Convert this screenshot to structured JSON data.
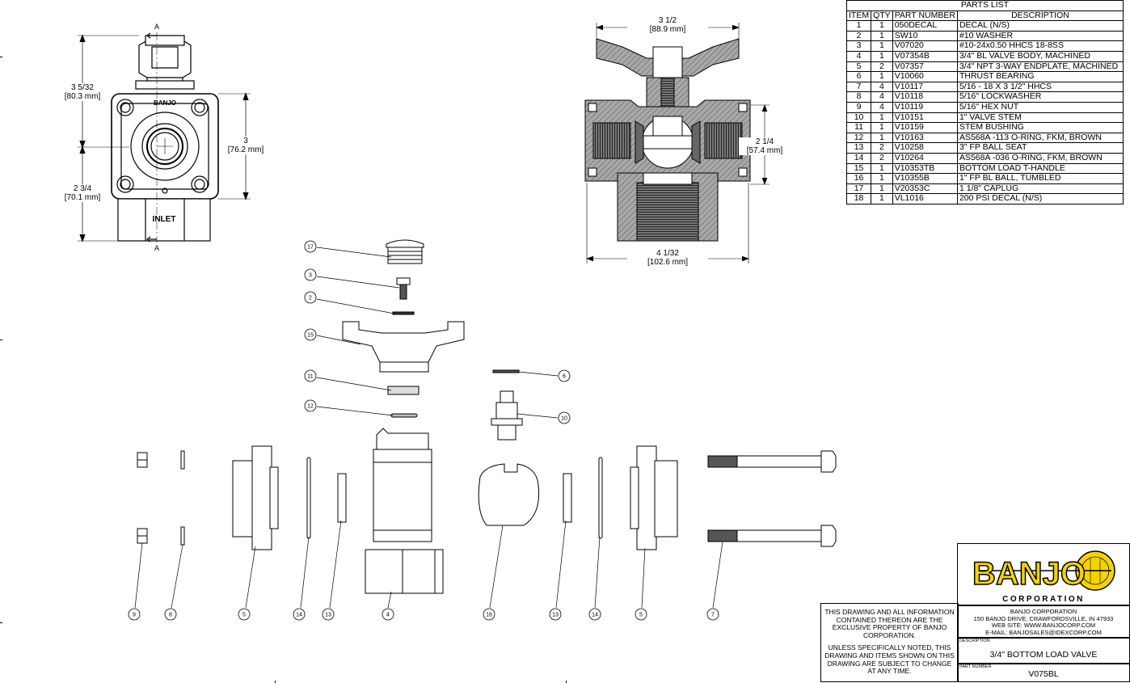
{
  "parts_list": {
    "title": "PARTS LIST",
    "headers": [
      "ITEM",
      "QTY",
      "PART NUMBER",
      "DESCRIPTION"
    ],
    "rows": [
      [
        "1",
        "1",
        "050DECAL",
        "DECAL (N/S)"
      ],
      [
        "2",
        "1",
        "SW10",
        "#10 WASHER"
      ],
      [
        "3",
        "1",
        "V07020",
        "#10-24x0.50 HHCS 18-8SS"
      ],
      [
        "4",
        "1",
        "V07354B",
        "3/4\" BL VALVE BODY, MACHINED"
      ],
      [
        "5",
        "2",
        "V07357",
        "3/4\" NPT 3-WAY ENDPLATE, MACHINED"
      ],
      [
        "6",
        "1",
        "V10060",
        "THRUST BEARING"
      ],
      [
        "7",
        "4",
        "V10117",
        "5/16 - 18 X 3 1/2\" HHCS"
      ],
      [
        "8",
        "4",
        "V10118",
        "5/16\" LOCKWASHER"
      ],
      [
        "9",
        "4",
        "V10119",
        "5/16\" HEX NUT"
      ],
      [
        "10",
        "1",
        "V10151",
        "1\" VALVE STEM"
      ],
      [
        "11",
        "1",
        "V10159",
        "STEM BUSHING"
      ],
      [
        "12",
        "1",
        "V10163",
        "AS568A -113 O-RING, FKM, BROWN"
      ],
      [
        "13",
        "2",
        "V10258",
        "3\" FP BALL SEAT"
      ],
      [
        "14",
        "2",
        "V10264",
        "AS568A -036 O-RING, FKM, BROWN"
      ],
      [
        "15",
        "1",
        "V10353TB",
        "BOTTOM LOAD T-HANDLE"
      ],
      [
        "16",
        "1",
        "V10355B",
        "1\" FP BL BALL, TUMBLED"
      ],
      [
        "17",
        "1",
        "V20353C",
        "1 1/8\" CAPLUG"
      ],
      [
        "18",
        "1",
        "VL1016",
        "200 PSI DECAL (N/S)"
      ]
    ]
  },
  "front_view": {
    "section_mark": "A",
    "brand_on_part": "BANJO",
    "inlet_label": "INLET",
    "dims": {
      "top_height": "3 5/32",
      "top_height_mm": "[80.3 mm]",
      "body_height": "3",
      "body_height_mm": "[76.2 mm]",
      "bottom_height": "2 3/4",
      "bottom_height_mm": "[70.1 mm]"
    }
  },
  "section_view": {
    "dims": {
      "top_width": "3 1/2",
      "top_width_mm": "[88.9 mm]",
      "side_height": "2 1/4",
      "side_height_mm": "[57.4 mm]",
      "bottom_width": "4 1/32",
      "bottom_width_mm": "[102.6 mm]"
    }
  },
  "balloons": [
    "17",
    "3",
    "2",
    "15",
    "11",
    "12",
    "6",
    "10",
    "9",
    "8",
    "5",
    "14",
    "13",
    "4",
    "16",
    "13",
    "14",
    "5",
    "7"
  ],
  "title_block": {
    "notice_1": "THIS DRAWING AND ALL INFORMATION CONTAINED THEREON ARE THE EXCLUSIVE PROPERTY OF BANJO CORPORATION.",
    "notice_2": "UNLESS SPECIFICALLY NOTED, THIS DRAWING AND ITEMS SHOWN ON THIS DRAWING ARE SUBJECT TO CHANGE AT ANY TIME.",
    "logo_text": "BANJO",
    "logo_sub": "CORPORATION",
    "company_name": "BANJO CORPORATION",
    "address": "150 BANJO DRIVE, CRAWFORDSVILLE, IN 47933",
    "website": "WEB SITE: WWW.BANJOCORP.COM",
    "email": "E-MAIL: BANJOSALES@IDEXCORP.COM",
    "description_label": "DESCRIPTION",
    "description": "3/4\" BOTTOM LOAD VALVE",
    "part_number_label": "PART NUMBER",
    "part_number": "V075BL"
  },
  "colors": {
    "logo_yellow": "#f5d300",
    "section_fill": "#9a9a9a"
  }
}
